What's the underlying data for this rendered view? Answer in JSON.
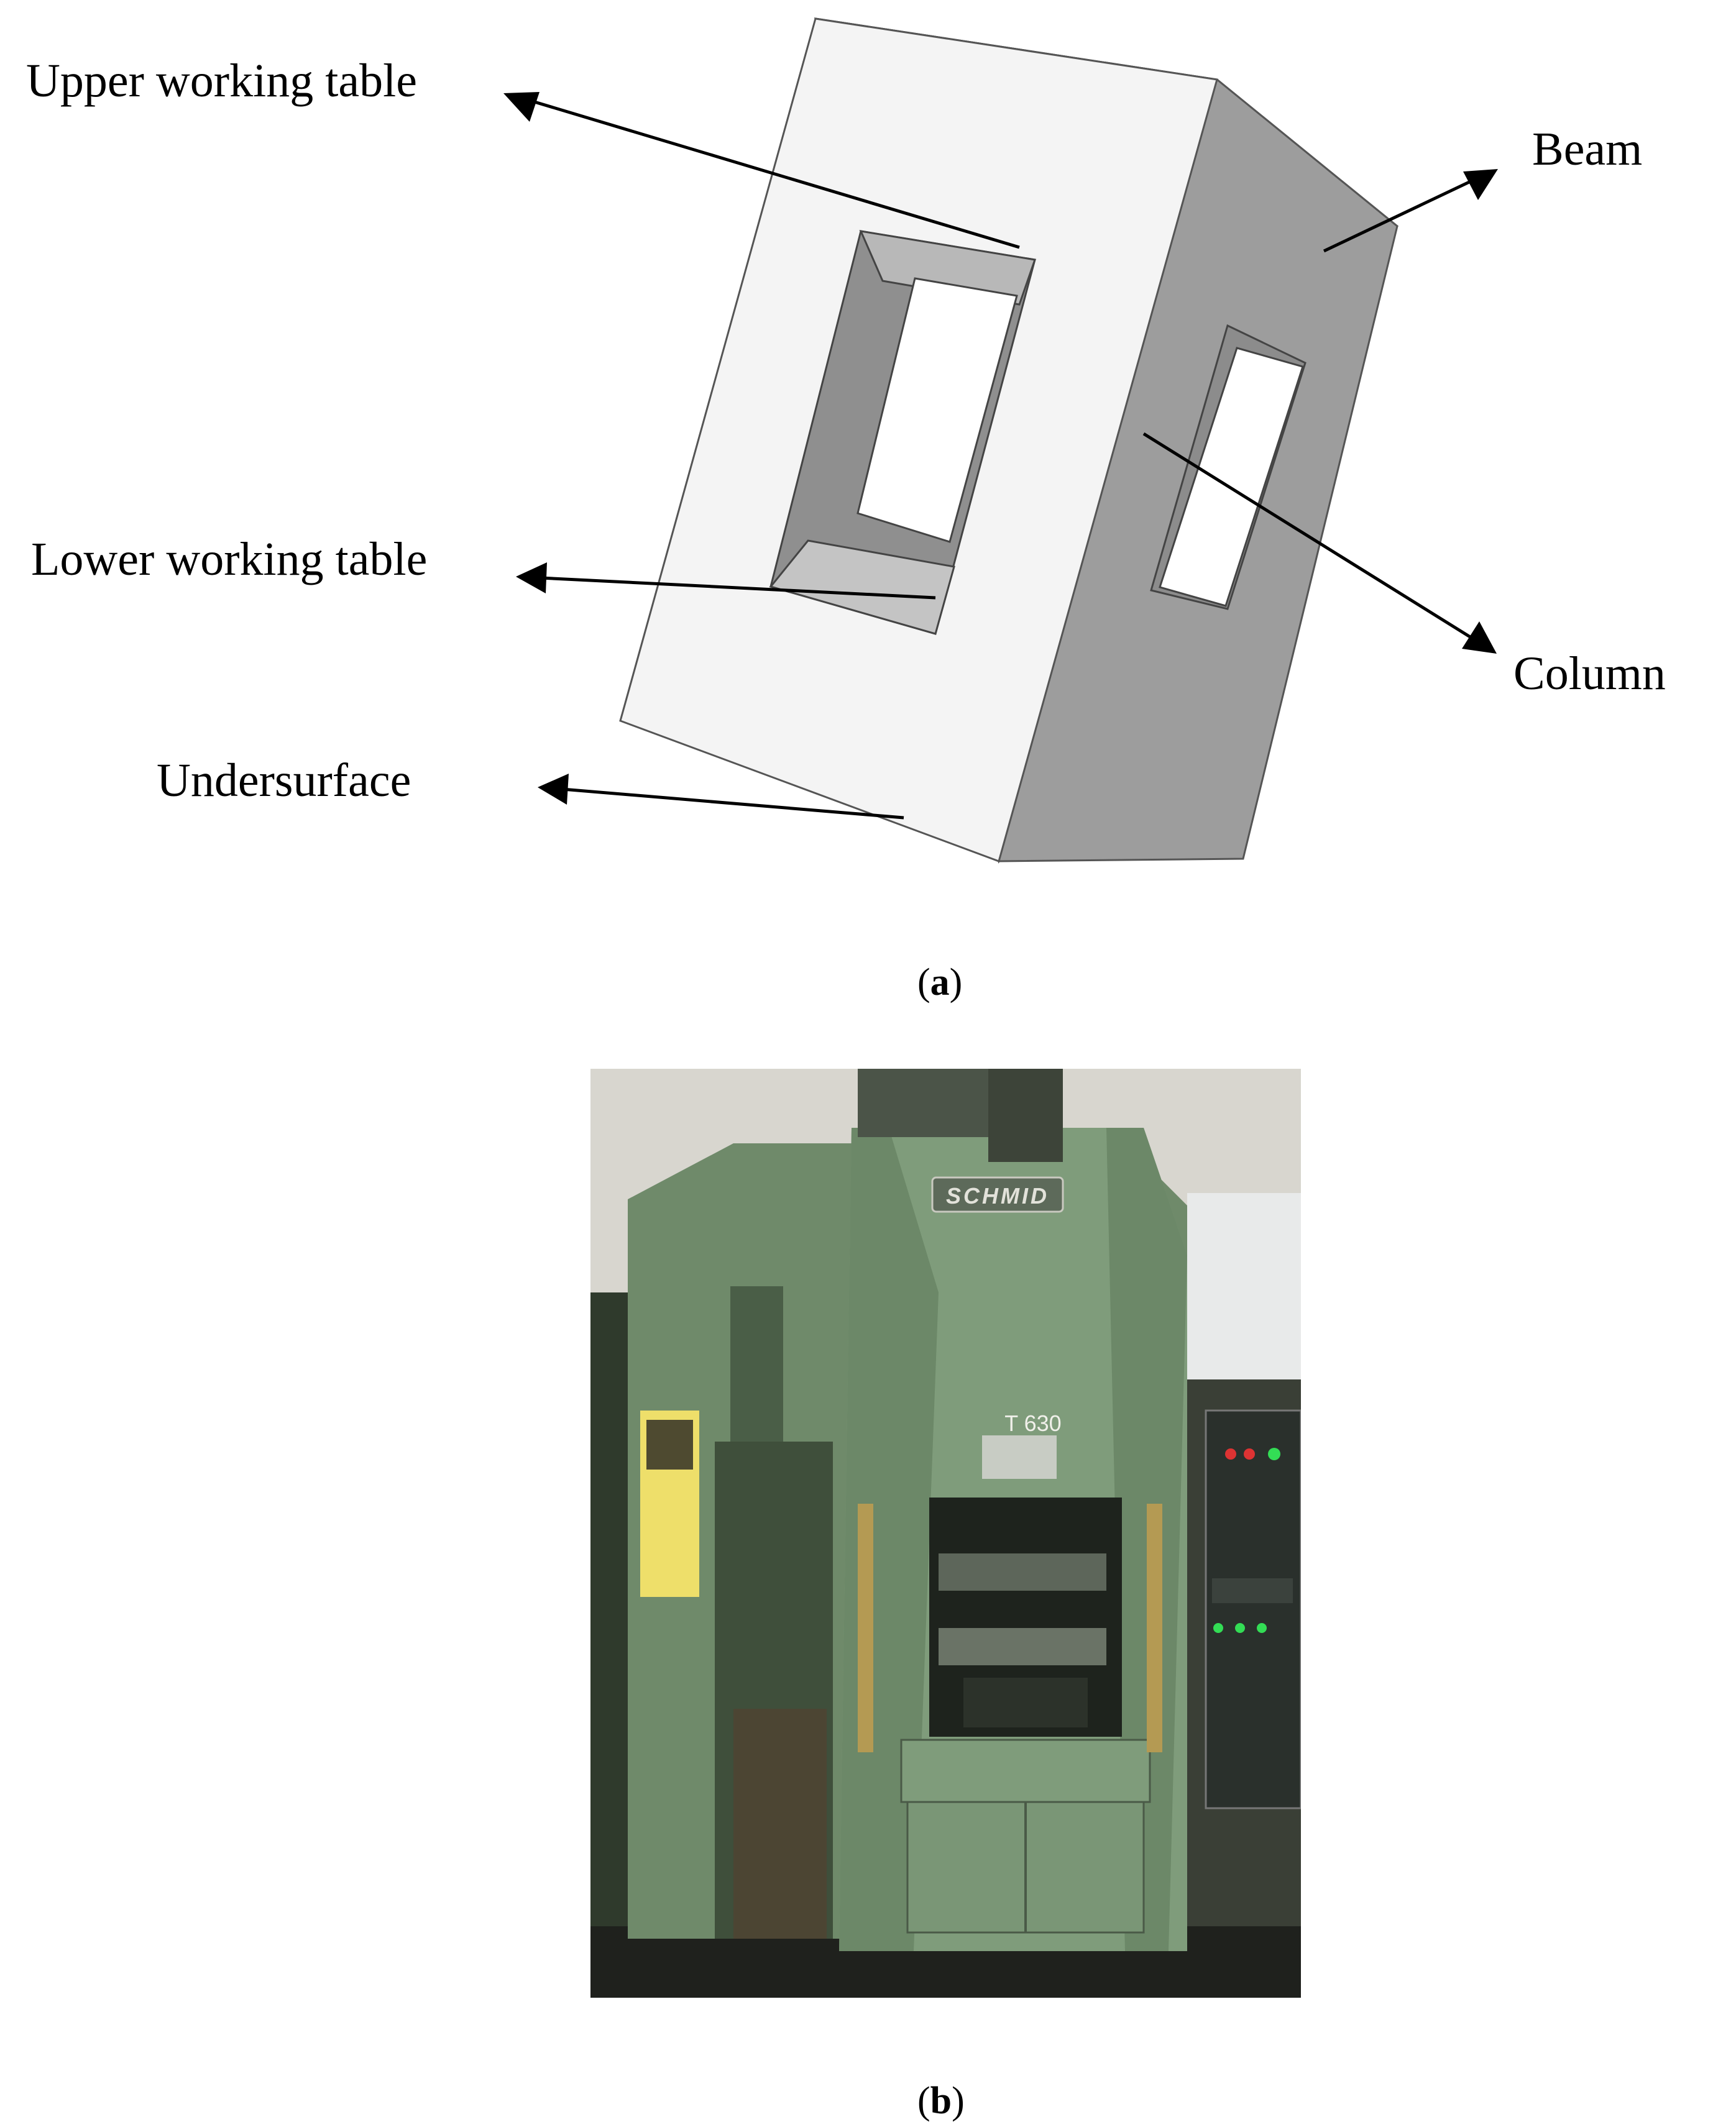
{
  "diagram": {
    "labels": {
      "upper_working_table": "Upper working table",
      "lower_working_table": "Lower working table",
      "undersurface": "Undersurface",
      "beam": "Beam",
      "column": "Column"
    }
  },
  "photo": {
    "brand_plate": "SCHMID",
    "model_plate": "T 630"
  },
  "captions": {
    "a_open": "(",
    "a_letter": "a",
    "a_close": ")",
    "b_open": "(",
    "b_letter": "b",
    "b_close": ")"
  },
  "colors": {
    "front_face": "#f4f4f4",
    "side_face": "#9a9a9a",
    "machine_green": "#7f9c7b"
  }
}
